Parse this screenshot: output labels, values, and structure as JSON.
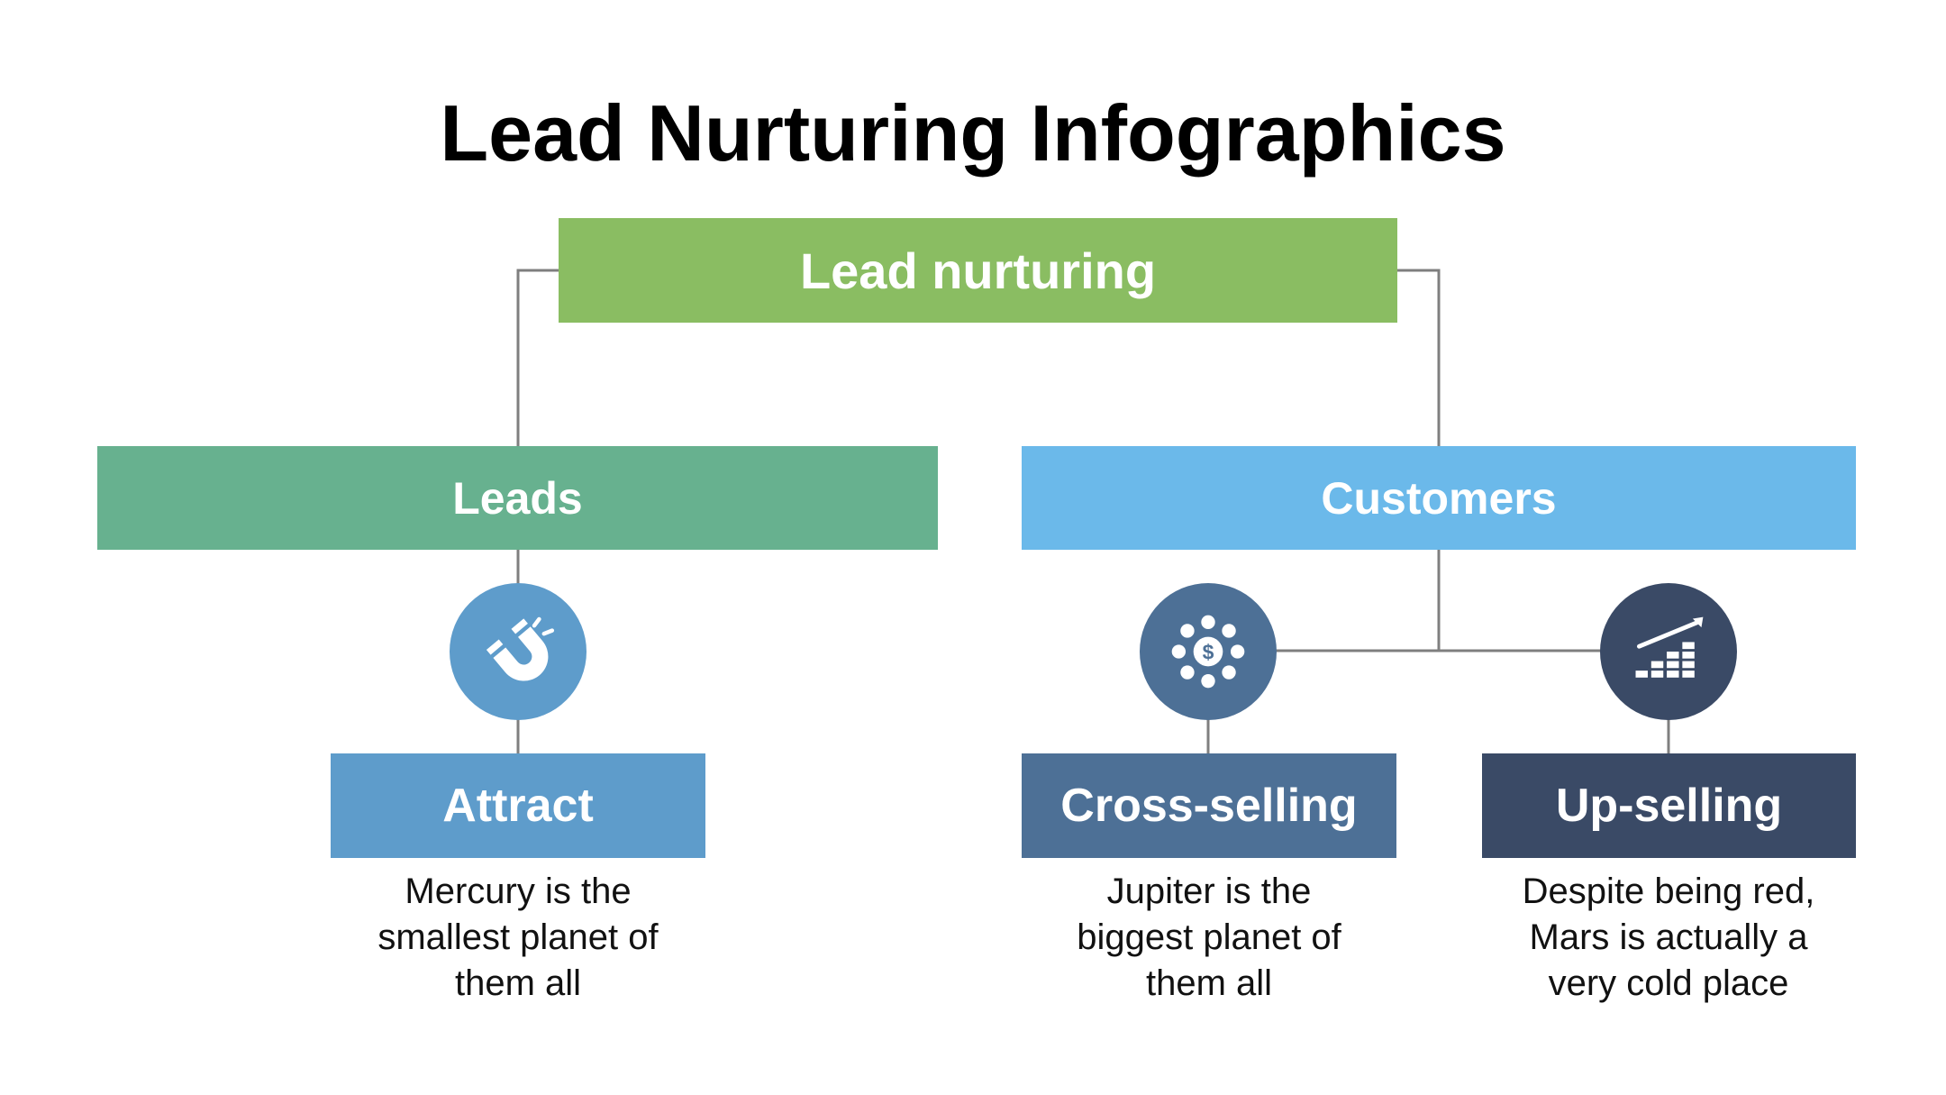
{
  "title": "Lead Nurturing Infographics",
  "root": {
    "label": "Lead nurturing",
    "color": "#8abd62"
  },
  "groups": [
    {
      "label": "Leads",
      "color": "#67b18f"
    },
    {
      "label": "Customers",
      "color": "#6bb9ea"
    }
  ],
  "steps": [
    {
      "label": "Attract",
      "icon": "magnet-icon",
      "color": "#5e9ccb",
      "circle_color": "#5e9ccb",
      "desc_lines": [
        "Mercury is the",
        "smallest planet of",
        "them all"
      ]
    },
    {
      "label": "Cross-selling",
      "icon": "dollar-network-icon",
      "color": "#4d7096",
      "circle_color": "#4d7096",
      "desc_lines": [
        "Jupiter is the",
        "biggest planet of",
        "them all"
      ]
    },
    {
      "label": "Up-selling",
      "icon": "growth-chart-icon",
      "color": "#3a4a66",
      "circle_color": "#3a4a66",
      "desc_lines": [
        "Despite being red,",
        "Mars is actually a",
        "very cold place"
      ]
    }
  ],
  "connector_color": "#7f7f7f"
}
